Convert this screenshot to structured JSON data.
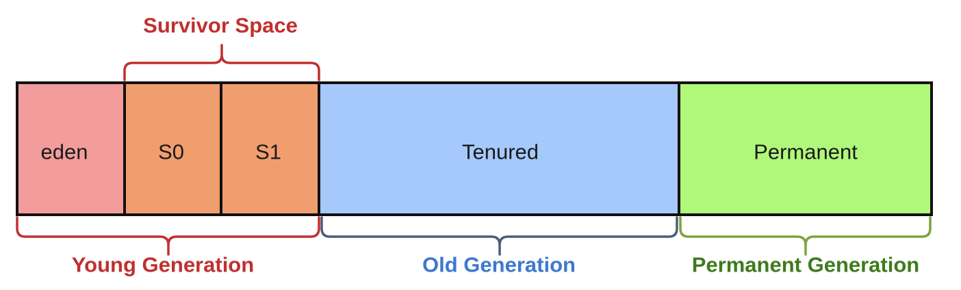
{
  "segments": [
    {
      "id": "eden",
      "label": "eden",
      "color": "#f29c9c"
    },
    {
      "id": "s0",
      "label": "S0",
      "color": "#f09e6e"
    },
    {
      "id": "s1",
      "label": "S1",
      "color": "#f09e6e"
    },
    {
      "id": "tenured",
      "label": "Tenured",
      "color": "#a6c9fb"
    },
    {
      "id": "permanent",
      "label": "Permanent",
      "color": "#b0f87a"
    }
  ],
  "groups": {
    "survivor": {
      "label": "Survivor Space",
      "color": "#c0302f"
    },
    "young": {
      "label": "Young Generation",
      "color": "#c0302f"
    },
    "old": {
      "label": "Old Generation",
      "color": "#3e78d0"
    },
    "old_brace_color": "#4a5f78",
    "permanent": {
      "label": "Permanent Generation",
      "color": "#3e7b1d"
    },
    "permanent_brace_color": "#7ea23c"
  }
}
